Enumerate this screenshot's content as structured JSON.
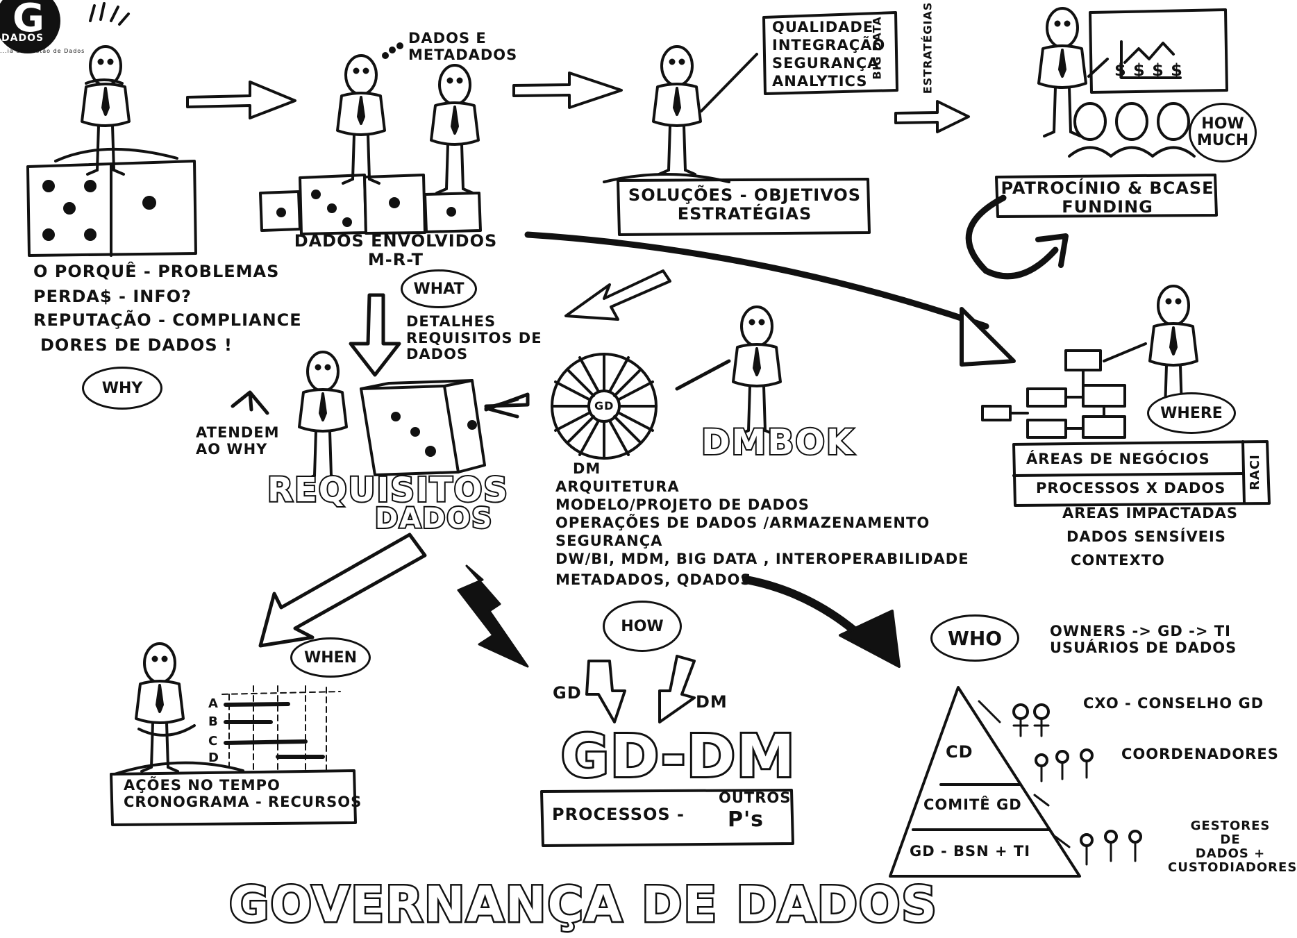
{
  "logo": {
    "letter": "G",
    "name": "DADOS",
    "tagline": "...ia de Gestão de Dados"
  },
  "title": "GOVERNANÇA DE DADOS",
  "panels": {
    "why": {
      "cloud": "WHY",
      "lines": [
        "O PORQUÊ - PROBLEMAS",
        "PERDA$ - INFO?",
        "REPUTAÇÃO - COMPLIANCE",
        "DORES DE DADOS !"
      ]
    },
    "what": {
      "cloud": "WHAT",
      "thought": "DADOS E\nMETADADOS",
      "caption": "DADOS ENVOLVIDOS\nM-R-T"
    },
    "solutions": {
      "caption": "SOLUÇÕES - OBJETIVOS\nESTRATÉGIAS",
      "list": [
        "QUALIDADE",
        "INTEGRAÇÃO",
        "SEGURANÇA",
        "ANALYTICS"
      ],
      "side1": "BIG DATA",
      "side2": "ESTRATÉGIAS"
    },
    "funding": {
      "cloud": "HOW\nMUCH",
      "caption": "PATROCÍNIO & BCASE\nFUNDING",
      "chart_labels": "$ $ $ $"
    },
    "requirements": {
      "note": "DETALHES\nREQUISITOS DE\nDADOS",
      "side": "ATENDEM\nAO WHY",
      "big1": "REQUISITOS",
      "big2": "DADOS"
    },
    "dmbok": {
      "wheel": "GD",
      "big": "DMBOK",
      "list": [
        "DM",
        "ARQUITETURA",
        "MODELO/PROJETO DE DADOS",
        "OPERAÇÕES DE DADOS /ARMAZENAMENTO",
        "SEGURANÇA",
        "DW/BI, MDM, BIG DATA , INTEROPERABILIDADE",
        "METADADOS, QDADOS"
      ]
    },
    "where": {
      "cloud": "WHERE",
      "box1": "ÁREAS DE NEGÓCIOS",
      "box2": "PROCESSOS X DADOS",
      "side": "RACI",
      "list": [
        "ÁREAS IMPACTADAS",
        "DADOS SENSÍVEIS",
        "CONTEXTO"
      ]
    },
    "when": {
      "cloud": "WHEN",
      "rows": [
        "A",
        "B",
        "C",
        "D"
      ],
      "caption": "AÇÕES NO TEMPO\nCRONOGRAMA - RECURSOS"
    },
    "how": {
      "cloud": "HOW",
      "left": "GD",
      "right": "DM",
      "big": "GD-DM",
      "process": "PROCESSOS -",
      "others": "OUTROS",
      "ps": "P's"
    },
    "who": {
      "cloud": "WHO",
      "top_note": "OWNERS -> GD -> TI\nUSUÁRIOS DE DADOS",
      "levels": [
        "CD",
        "COMITÊ GD",
        "GD - BSN + TI"
      ],
      "roles": [
        "CXO - CONSELHO GD",
        "COORDENADORES",
        "GESTORES\nDE\nDADOS +\nCUSTODIADORES"
      ]
    }
  }
}
